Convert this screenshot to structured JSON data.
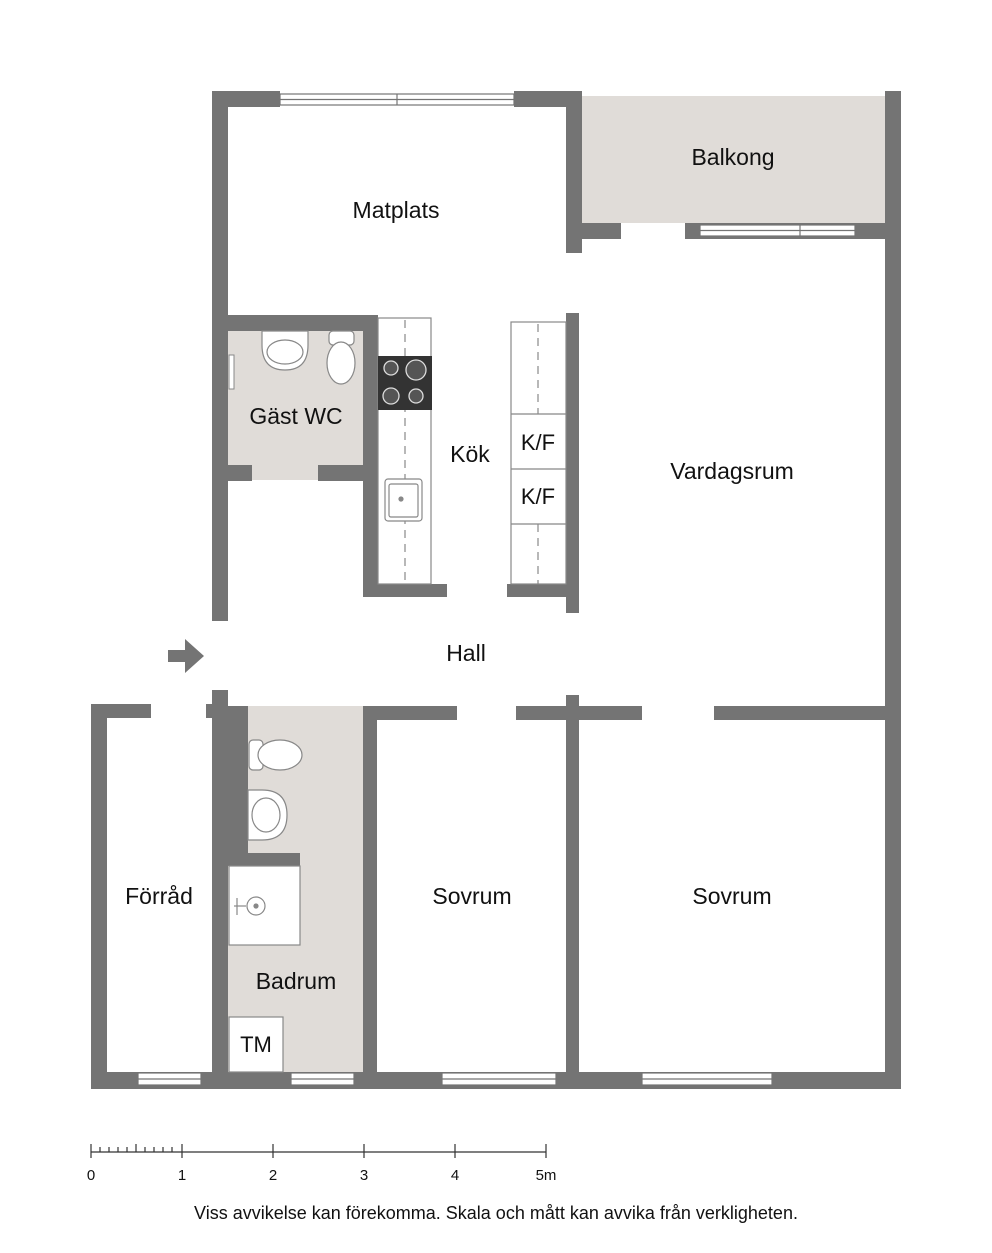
{
  "rooms": {
    "matplats": "Matplats",
    "balkong": "Balkong",
    "gast_wc": "Gäst WC",
    "kok": "Kök",
    "kf_upper": "K/F",
    "kf_lower": "K/F",
    "vardagsrum": "Vardagsrum",
    "hall": "Hall",
    "forrad": "Förråd",
    "badrum": "Badrum",
    "tm": "TM",
    "sovrum_1": "Sovrum",
    "sovrum_2": "Sovrum"
  },
  "scale": {
    "ticks": [
      "0",
      "1",
      "2",
      "3",
      "4",
      "5m"
    ]
  },
  "disclaimer": "Viss avvikelse kan förekomma. Skala och mått kan avvika från verkligheten.",
  "colors": {
    "wall": "#747474",
    "wet_floor": "#e0dcd8",
    "balcony": "#e0dcd8",
    "stove": "#333333"
  }
}
